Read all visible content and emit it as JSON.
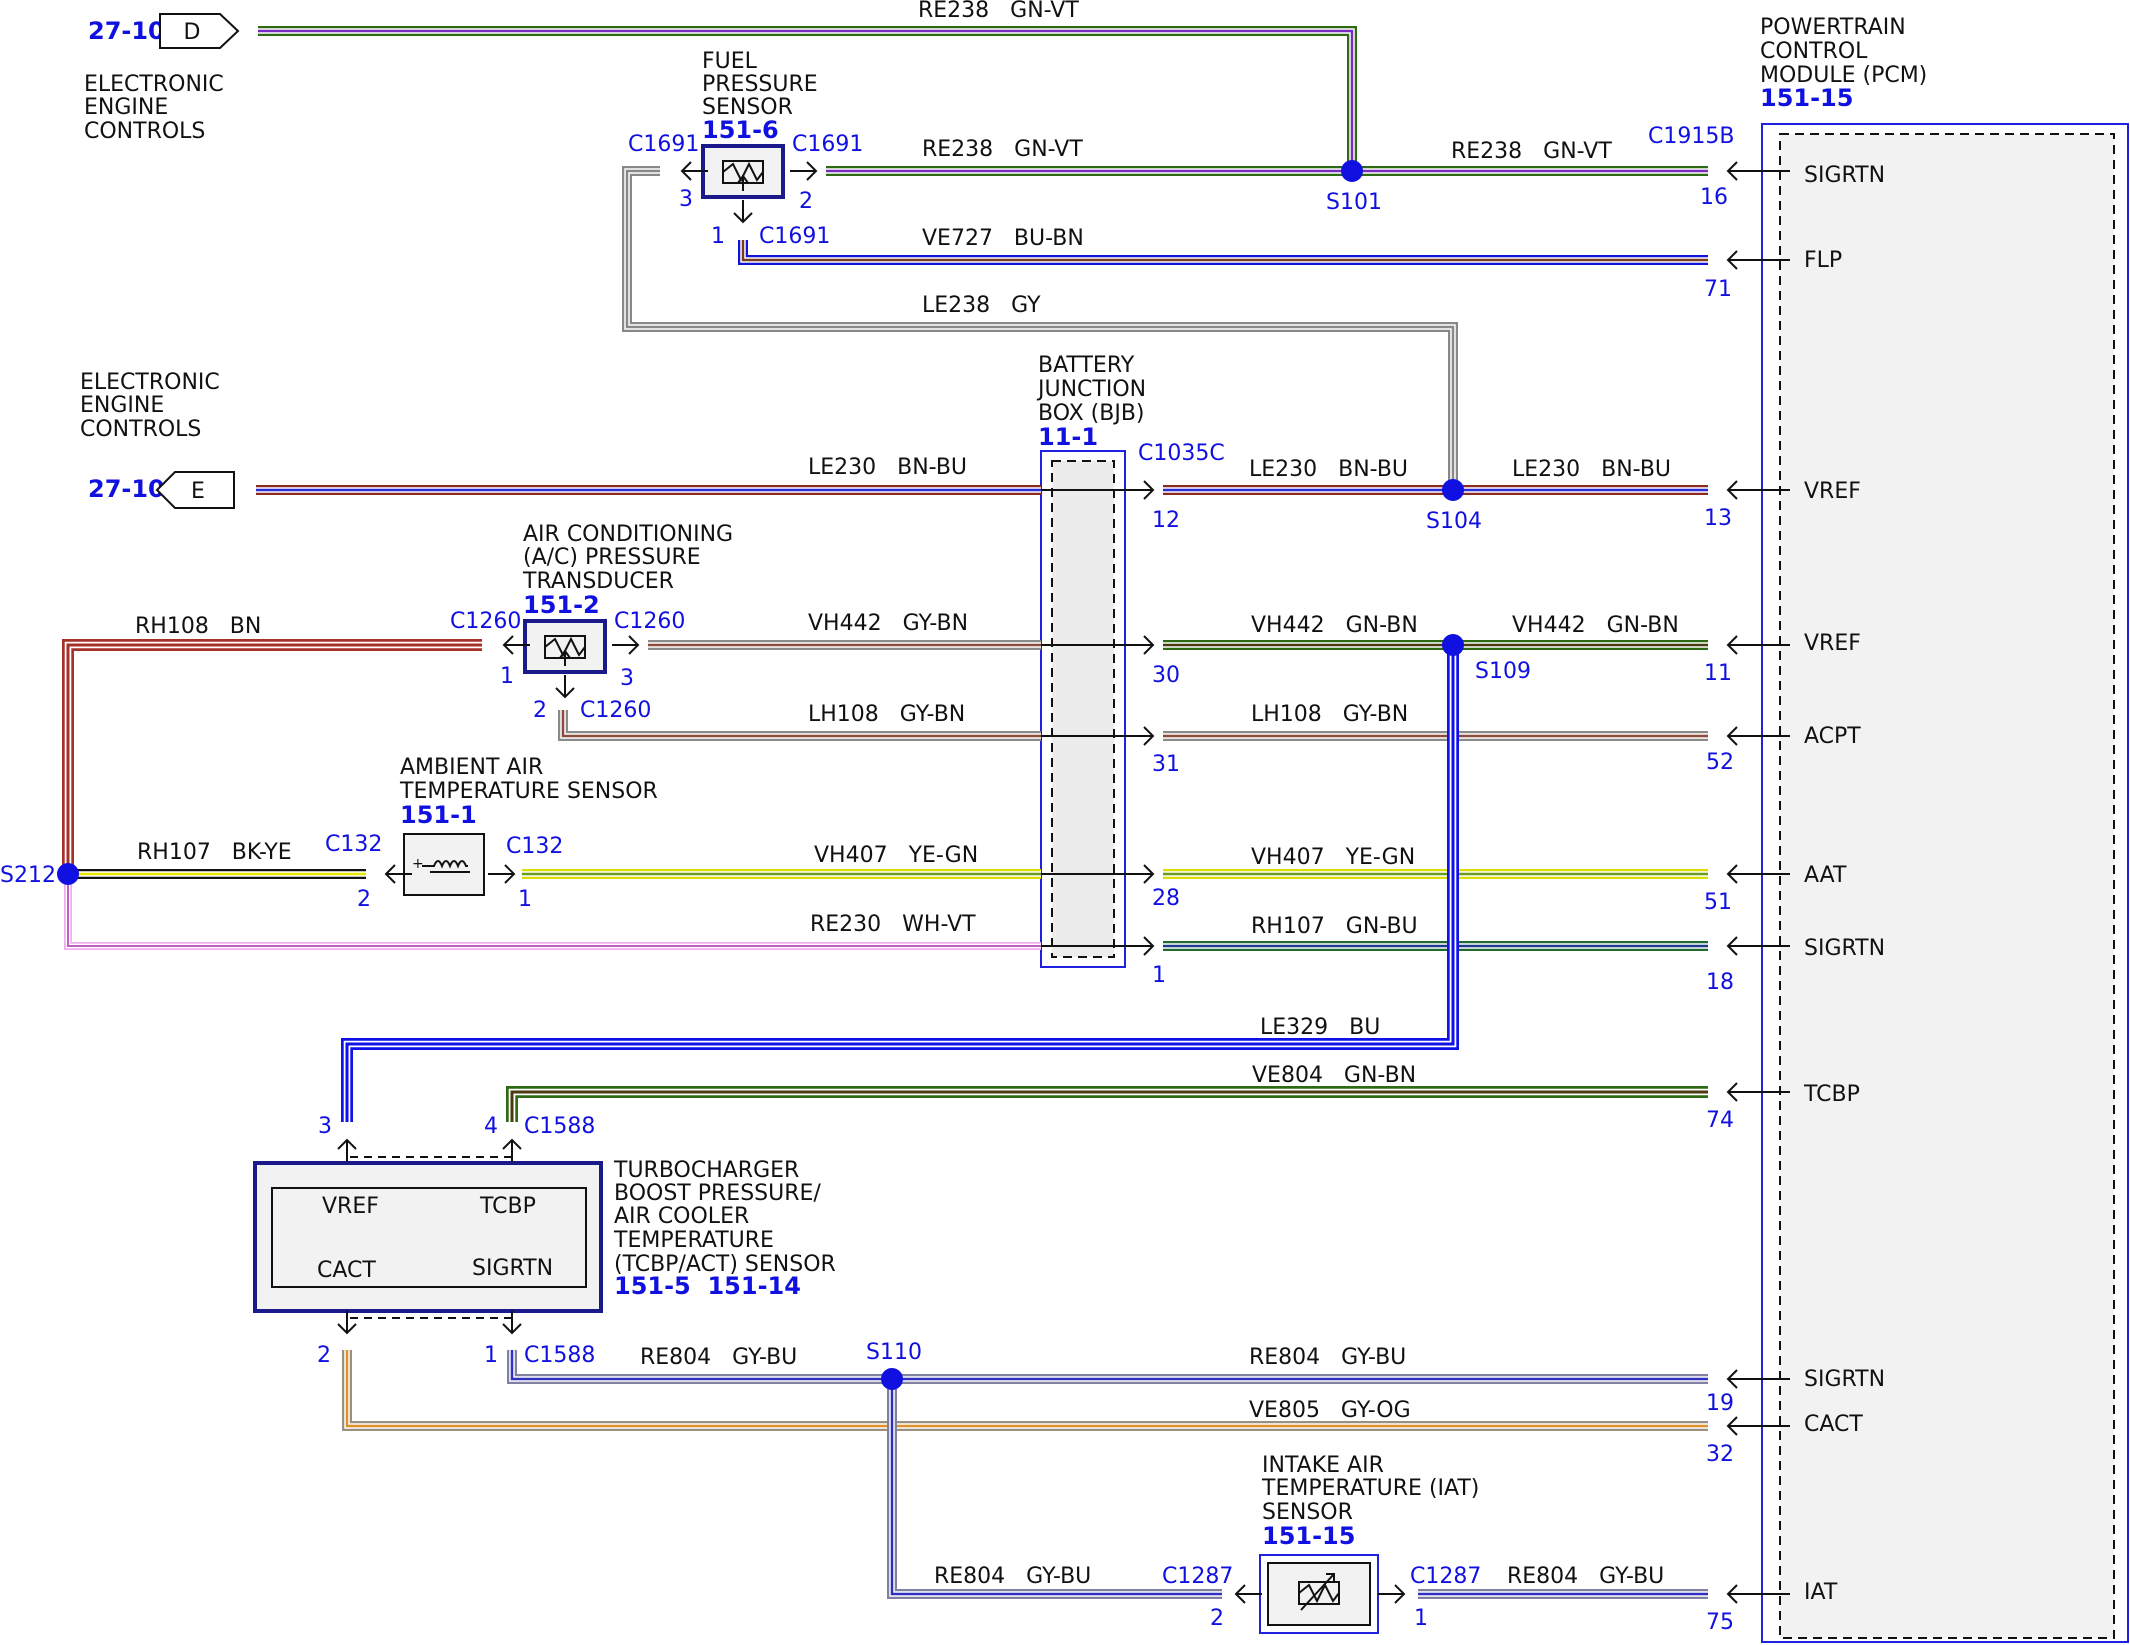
{
  "colors": {
    "GN-VT": [
      "#2e6a14",
      "#ffffff",
      "#7a2bbf"
    ],
    "BU-BN": [
      "#1212d8",
      "#ffffff",
      "#7a3b1e"
    ],
    "GY": [
      "#888888",
      "#ffffff",
      "#888888"
    ],
    "BN-BU": [
      "#8b2a22",
      "#ffffff",
      "#2a2ad8"
    ],
    "GY-BN": [
      "#8a8a8a",
      "#ffffff",
      "#8b4a3a"
    ],
    "GN-BN": [
      "#2e6a14",
      "#ffffff",
      "#4a3a10"
    ],
    "BN": [
      "#a8302a",
      "#ffffff",
      "#a8302a"
    ],
    "BK-YE": [
      "#111111",
      "#ffffff",
      "#e8e800"
    ],
    "YE-GN": [
      "#dddd00",
      "#ffffff",
      "#6a9a20"
    ],
    "WH-VT": [
      "#f0b0f0",
      "#ffffff",
      "#c060c0"
    ],
    "GN-BU": [
      "#1e6a30",
      "#ffffff",
      "#1e3a8a"
    ],
    "BU": [
      "#1010e8",
      "#ffffff",
      "#1010e8"
    ],
    "GY-BU": [
      "#8080a0",
      "#ffffff",
      "#3030c0"
    ],
    "GY-OG": [
      "#9a9080",
      "#ffffff",
      "#e0902a"
    ],
    "splice": "#1010e0",
    "pin_text": "#1010e0"
  },
  "offpage": {
    "d": {
      "page": "27-10",
      "letter": "D",
      "label": [
        "ELECTRONIC",
        "ENGINE",
        "CONTROLS"
      ]
    },
    "e": {
      "page": "27-10",
      "letter": "E",
      "label": [
        "ELECTRONIC",
        "ENGINE",
        "CONTROLS"
      ]
    }
  },
  "pcm": {
    "title": [
      "POWERTRAIN",
      "CONTROL",
      "MODULE (PCM)"
    ],
    "ref": "151-15",
    "connector": "C1915B",
    "pins": [
      {
        "num": "16",
        "name": "SIGRTN"
      },
      {
        "num": "71",
        "name": "FLP"
      },
      {
        "num": "13",
        "name": "VREF"
      },
      {
        "num": "11",
        "name": "VREF"
      },
      {
        "num": "52",
        "name": "ACPT"
      },
      {
        "num": "51",
        "name": "AAT"
      },
      {
        "num": "18",
        "name": "SIGRTN"
      },
      {
        "num": "74",
        "name": "TCBP"
      },
      {
        "num": "19",
        "name": "SIGRTN"
      },
      {
        "num": "32",
        "name": "CACT"
      },
      {
        "num": "75",
        "name": "IAT"
      }
    ]
  },
  "bjb": {
    "title": [
      "BATTERY",
      "JUNCTION",
      "BOX (BJB)"
    ],
    "ref": "11-1",
    "connector": "C1035C",
    "pins": [
      "12",
      "30",
      "31",
      "28",
      "1"
    ]
  },
  "fps": {
    "title": [
      "FUEL",
      "PRESSURE",
      "SENSOR"
    ],
    "ref": "151-6",
    "conn": "C1691",
    "pin_left": "3",
    "pin_right": "2",
    "pin_bottom": "1"
  },
  "ac": {
    "title": [
      "AIR CONDITIONING",
      "(A/C) PRESSURE",
      "TRANSDUCER"
    ],
    "ref": "151-2",
    "conn": "C1260",
    "pin_left": "1",
    "pin_right": "3",
    "pin_bottom": "2"
  },
  "aat": {
    "title": [
      "AMBIENT AIR",
      "TEMPERATURE SENSOR"
    ],
    "ref": "151-1",
    "conn": "C132",
    "pin_left": "2",
    "pin_right": "1"
  },
  "tcbp": {
    "title": [
      "TURBOCHARGER",
      "BOOST PRESSURE/",
      "AIR COOLER",
      "TEMPERATURE",
      "(TCBP/ACT) SENSOR"
    ],
    "refs": "151-5  151-14",
    "conn": "C1588",
    "signals": [
      "VREF",
      "TCBP",
      "CACT",
      "SIGRTN"
    ],
    "pins": [
      "3",
      "4",
      "2",
      "1"
    ]
  },
  "iat": {
    "title": [
      "INTAKE AIR",
      "TEMPERATURE (IAT)",
      "SENSOR"
    ],
    "ref": "151-15",
    "conn": "C1287",
    "pin_left": "2",
    "pin_right": "1"
  },
  "splices": [
    "S101",
    "S104",
    "S109",
    "S212",
    "S110"
  ],
  "wires": [
    {
      "circuit": "RE238",
      "color": "GN-VT"
    },
    {
      "circuit": "RE238",
      "color": "GN-VT"
    },
    {
      "circuit": "RE238",
      "color": "GN-VT"
    },
    {
      "circuit": "VE727",
      "color": "BU-BN"
    },
    {
      "circuit": "LE238",
      "color": "GY"
    },
    {
      "circuit": "LE230",
      "color": "BN-BU"
    },
    {
      "circuit": "LE230",
      "color": "BN-BU"
    },
    {
      "circuit": "LE230",
      "color": "BN-BU"
    },
    {
      "circuit": "RH108",
      "color": "BN"
    },
    {
      "circuit": "VH442",
      "color": "GY-BN"
    },
    {
      "circuit": "VH442",
      "color": "GN-BN"
    },
    {
      "circuit": "VH442",
      "color": "GN-BN"
    },
    {
      "circuit": "LH108",
      "color": "GY-BN"
    },
    {
      "circuit": "LH108",
      "color": "GY-BN"
    },
    {
      "circuit": "RH107",
      "color": "BK-YE"
    },
    {
      "circuit": "VH407",
      "color": "YE-GN"
    },
    {
      "circuit": "VH407",
      "color": "YE-GN"
    },
    {
      "circuit": "RE230",
      "color": "WH-VT"
    },
    {
      "circuit": "RH107",
      "color": "GN-BU"
    },
    {
      "circuit": "LE329",
      "color": "BU"
    },
    {
      "circuit": "VE804",
      "color": "GN-BN"
    },
    {
      "circuit": "RE804",
      "color": "GY-BU"
    },
    {
      "circuit": "RE804",
      "color": "GY-BU"
    },
    {
      "circuit": "VE805",
      "color": "GY-OG"
    },
    {
      "circuit": "RE804",
      "color": "GY-BU"
    },
    {
      "circuit": "RE804",
      "color": "GY-BU"
    }
  ]
}
